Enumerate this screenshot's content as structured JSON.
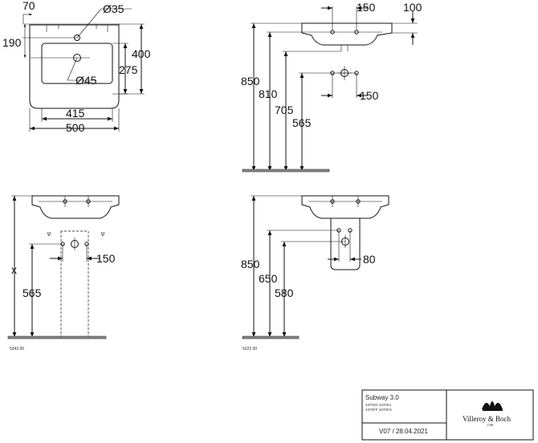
{
  "drawing": {
    "top_left": {
      "dim_70": "70",
      "dim_190": "190",
      "dim_d35": "Ø35",
      "dim_400": "400",
      "dim_275": "275",
      "dim_d45": "Ø45",
      "dim_415": "415",
      "dim_500": "500"
    },
    "top_right": {
      "dim_150_top": "150",
      "dim_100": "100",
      "dim_850": "850",
      "dim_810": "810",
      "dim_705": "705",
      "dim_565": "565",
      "dim_150_right": "150"
    },
    "bottom_left": {
      "dim_x": "x",
      "dim_565": "565",
      "dim_150": "150",
      "code": "5243 00"
    },
    "bottom_right": {
      "dim_850": "850",
      "dim_650": "650",
      "dim_580": "580",
      "dim_80": "80",
      "code": "5222 00"
    }
  },
  "title_block": {
    "product": "Subway 3.0",
    "codes_line1": "4370S0 4370S1",
    "codes_line2": "4370FF 4370FG",
    "version": "V07 / 28.04.2021",
    "logo": "Villeroy & Boch",
    "logo_year": "1748"
  }
}
